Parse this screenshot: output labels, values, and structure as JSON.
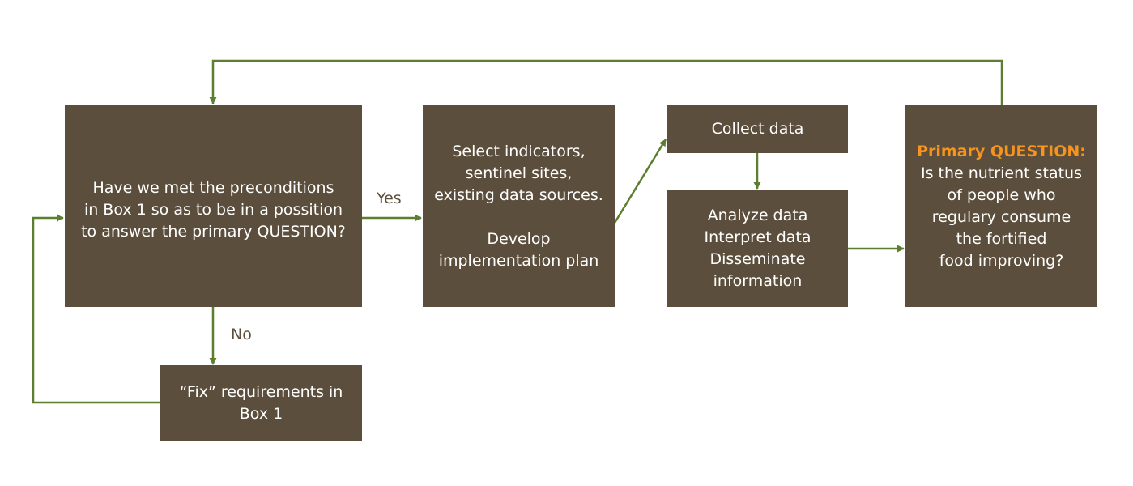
{
  "boxes": {
    "preconditions": {
      "lines": [
        "Have we met the preconditions",
        "in Box 1 so as to be in a possition",
        "to answer the primary QUESTION?"
      ]
    },
    "select": {
      "lines": [
        "Select indicators,",
        "sentinel sites,",
        "existing data sources."
      ],
      "lines2": [
        "Develop",
        "implementation plan"
      ]
    },
    "collect": {
      "lines": [
        "Collect data"
      ]
    },
    "analyze": {
      "lines": [
        "Analyze data",
        "Interpret data",
        "Disseminate",
        "information"
      ]
    },
    "question": {
      "heading": "Primary QUESTION:",
      "lines": [
        "Is the nutrient status",
        "of people who",
        "regulary consume",
        "the fortified",
        "food improving?"
      ]
    },
    "fix": {
      "lines": [
        "“Fix” requirements in",
        "Box 1"
      ]
    }
  },
  "labels": {
    "yes": "Yes",
    "no": "No"
  },
  "colors": {
    "box": "#5c4e3c",
    "arrow": "#5b7f2e",
    "highlight": "#f7941d",
    "text": "#ffffff"
  }
}
